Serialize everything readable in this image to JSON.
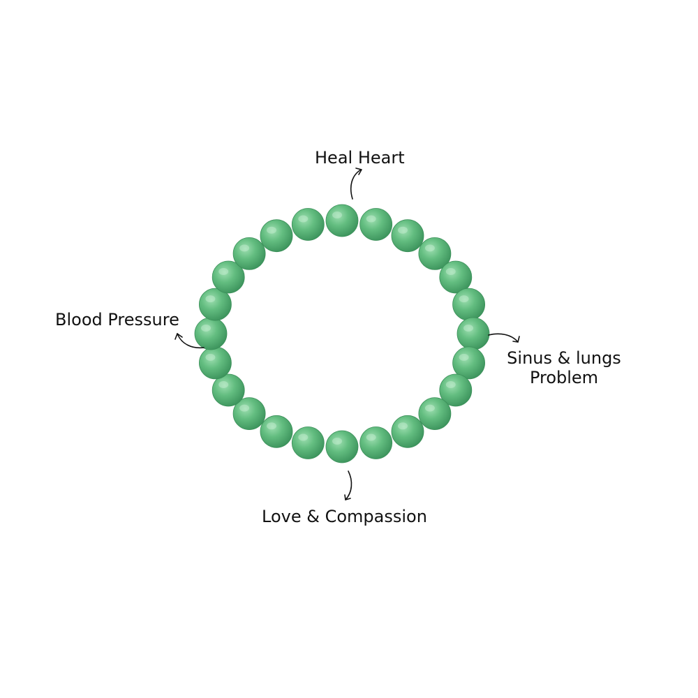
{
  "labels": {
    "top": "Heal Heart",
    "left": "Blood Pressure",
    "right_line1": "Sinus & lungs",
    "right_line2": "Problem",
    "bottom": "Love & Compassion"
  },
  "colors": {
    "bead_light": "#8fd3a4",
    "bead_mid": "#5bb67a",
    "bead_dark": "#3a8f58",
    "text": "#111111",
    "background": "#ffffff"
  },
  "icons": {
    "arrows": "curved-arrow-icon",
    "beads": "bead"
  }
}
